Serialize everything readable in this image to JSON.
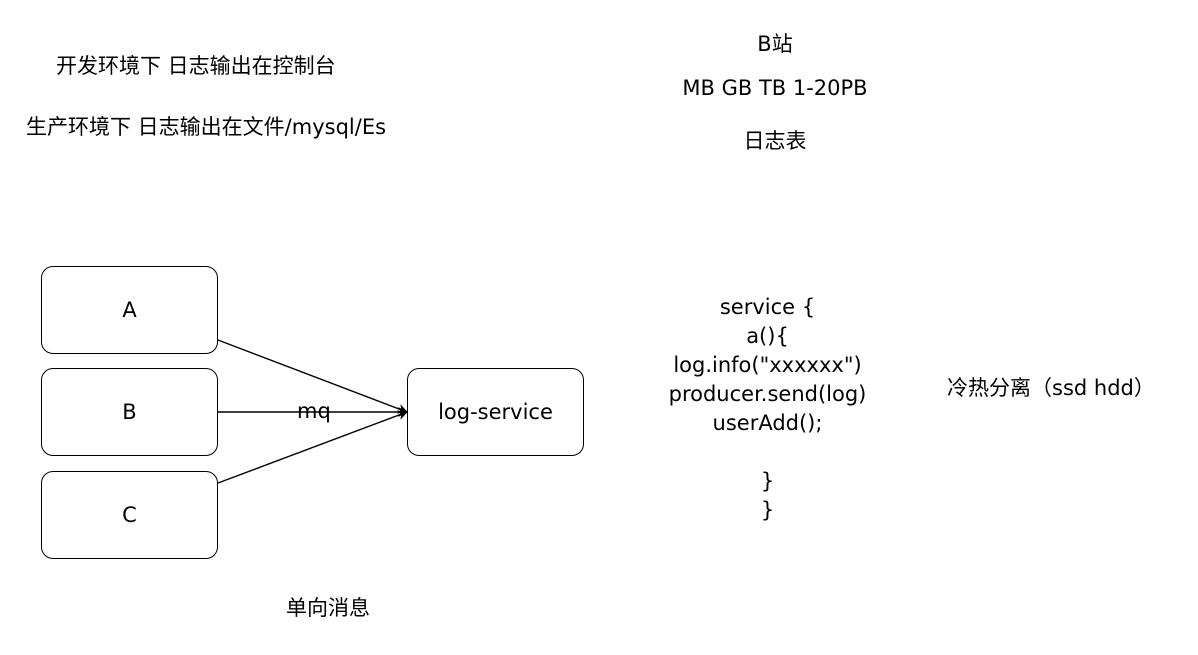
{
  "notes": {
    "dev_env": "开发环境下  日志输出在控制台",
    "prod_env": "生产环境下 日志输出在文件/mysql/Es",
    "site": "B站",
    "sizes": "MB  GB  TB  1-20PB",
    "log_table": "日志表",
    "hot_cold": "冷热分离（ssd hdd）",
    "one_way": "单向消息"
  },
  "diagram": {
    "nodes": {
      "a": "A",
      "b": "B",
      "c": "C",
      "log_service": "log-service"
    },
    "edge_label": "mq",
    "edges": [
      {
        "from": "A",
        "to": "log-service"
      },
      {
        "from": "B",
        "to": "log-service"
      },
      {
        "from": "C",
        "to": "log-service"
      }
    ]
  },
  "code_lines": [
    "service {",
    "a(){",
    "log.info(\"xxxxxx\")",
    "producer.send(log)",
    "userAdd();",
    "",
    "}",
    "}"
  ],
  "colors": {
    "stroke": "#000000",
    "background": "#ffffff"
  }
}
